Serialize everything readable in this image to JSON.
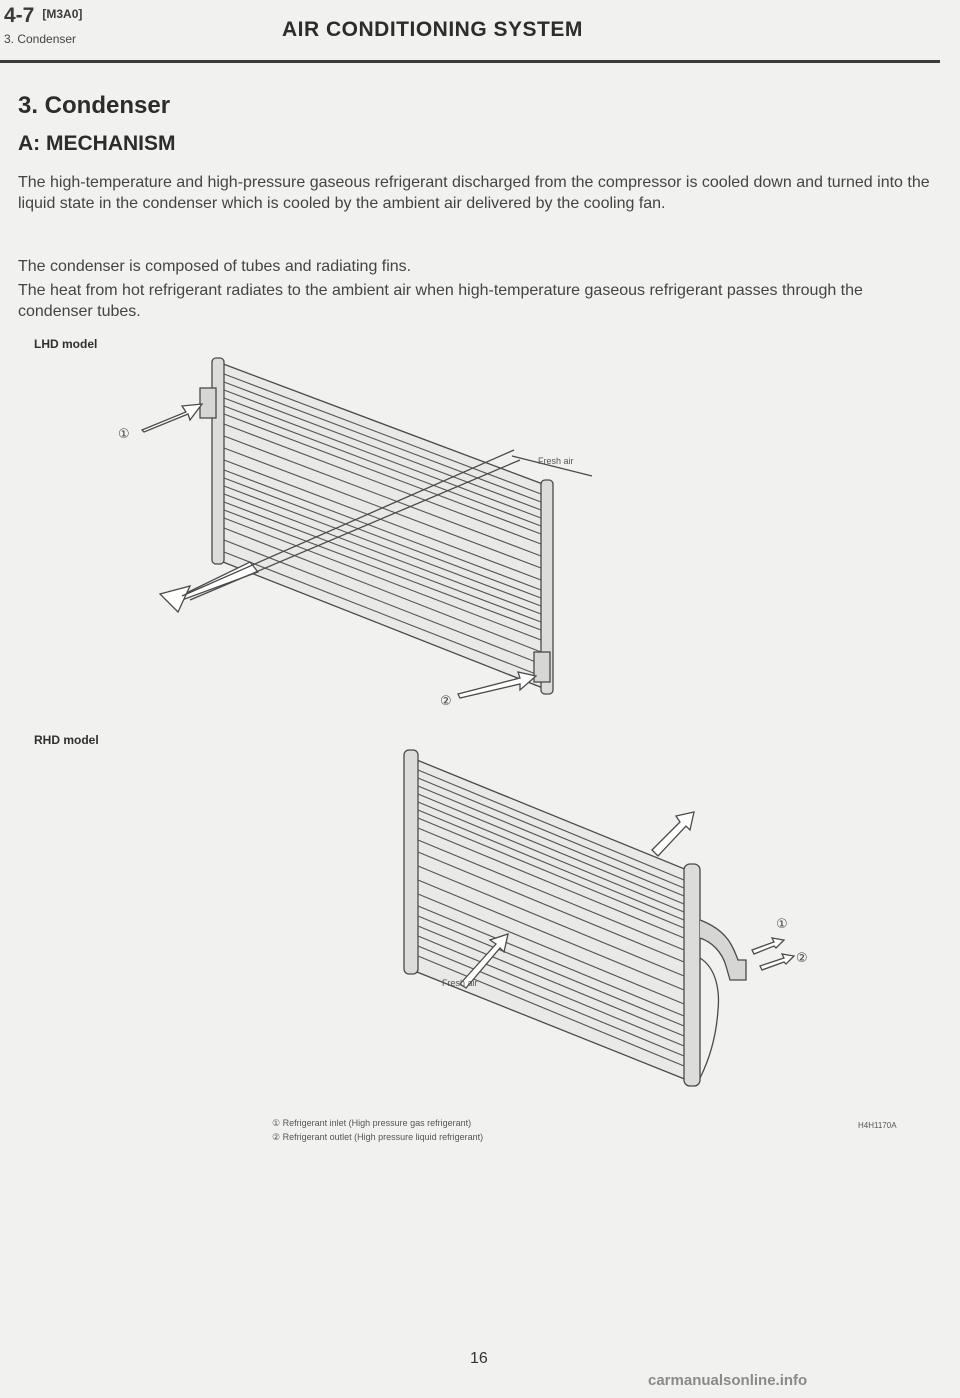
{
  "header": {
    "page_code": "4-7",
    "section_code": "[M3A0]",
    "subsection": "3. Condenser",
    "title": "AIR CONDITIONING SYSTEM"
  },
  "section": {
    "title": "3. Condenser",
    "subtitle": "A: MECHANISM"
  },
  "paragraphs": [
    "The high-temperature and high-pressure gaseous refrigerant discharged from the compressor is cooled down and turned into the liquid state in the condenser which is cooled by the ambient air delivered by the cooling fan.",
    "The condenser is composed of tubes and radiating fins.",
    "The heat from hot refrigerant radiates to the ambient air when high-temperature gaseous refrigerant passes through the condenser tubes."
  ],
  "figures": {
    "lhd_caption": "LHD model",
    "rhd_caption": "RHD model",
    "fresh_air": "Fresh air",
    "marker_1": "①",
    "marker_2": "②",
    "legend": [
      "① Refrigerant inlet (High pressure gas refrigerant)",
      "② Refrigerant outlet (High pressure liquid refrigerant)"
    ],
    "figure_id": "H4H1170A"
  },
  "page_number": "16",
  "footer": "carmanualsonline.info"
}
